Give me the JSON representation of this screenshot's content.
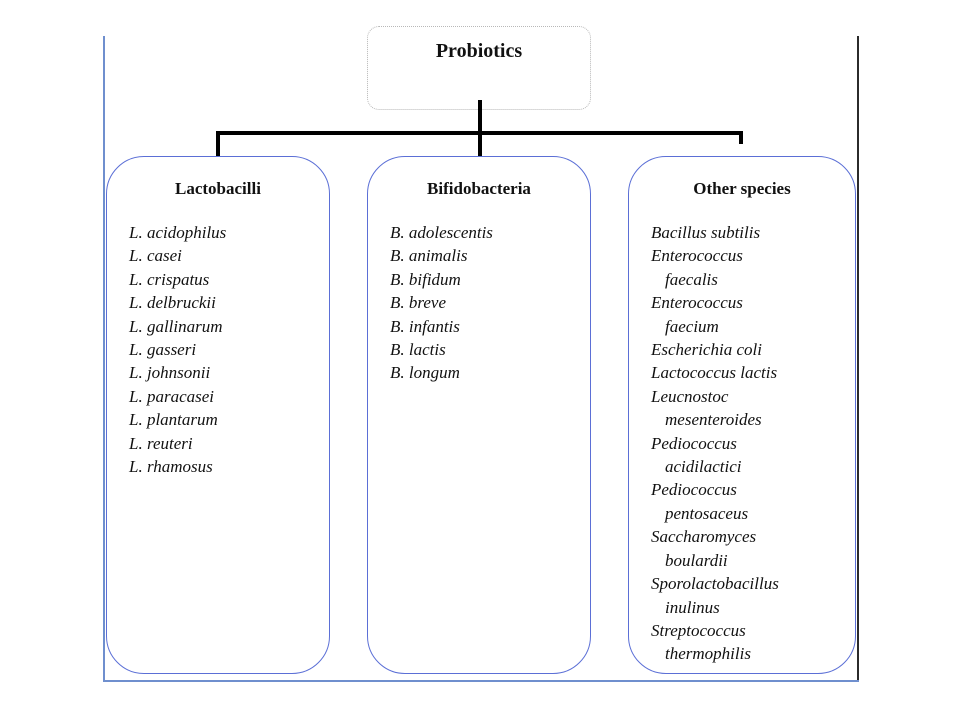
{
  "root": {
    "title": "Probiotics"
  },
  "groups": [
    {
      "title": "Lactobacilli",
      "species": [
        "L. acidophilus",
        "L. casei",
        "L. crispatus",
        "L. delbruckii",
        "L. gallinarum",
        "L. gasseri",
        "L. johnsonii",
        "L. paracasei",
        "L. plantarum",
        "L. reuteri",
        "L. rhamosus"
      ]
    },
    {
      "title": "Bifidobacteria",
      "species": [
        "B. adolescentis",
        "B. animalis",
        "B. bifidum",
        "B. breve",
        "B. infantis",
        "B. lactis",
        "B. longum"
      ]
    },
    {
      "title": "Other species",
      "species": [
        [
          "Bacillus subtilis"
        ],
        [
          "Enterococcus",
          "faecalis"
        ],
        [
          "Enterococcus",
          "faecium"
        ],
        [
          "Escherichia coli"
        ],
        [
          "Lactococcus lactis"
        ],
        [
          "Leucnostoc",
          "mesenteroides"
        ],
        [
          "Pediococcus",
          "acidilactici"
        ],
        [
          "Pediococcus",
          "pentosaceus"
        ],
        [
          "Saccharomyces",
          "boulardii"
        ],
        [
          "Sporolactobacillus",
          "inulinus"
        ],
        [
          "Streptococcus",
          "thermophilis"
        ]
      ]
    }
  ],
  "colors": {
    "box_border": "#5b6fd6",
    "connector": "#000000",
    "frame_left": "#6f8fce",
    "frame_right": "#2b2b2b"
  }
}
